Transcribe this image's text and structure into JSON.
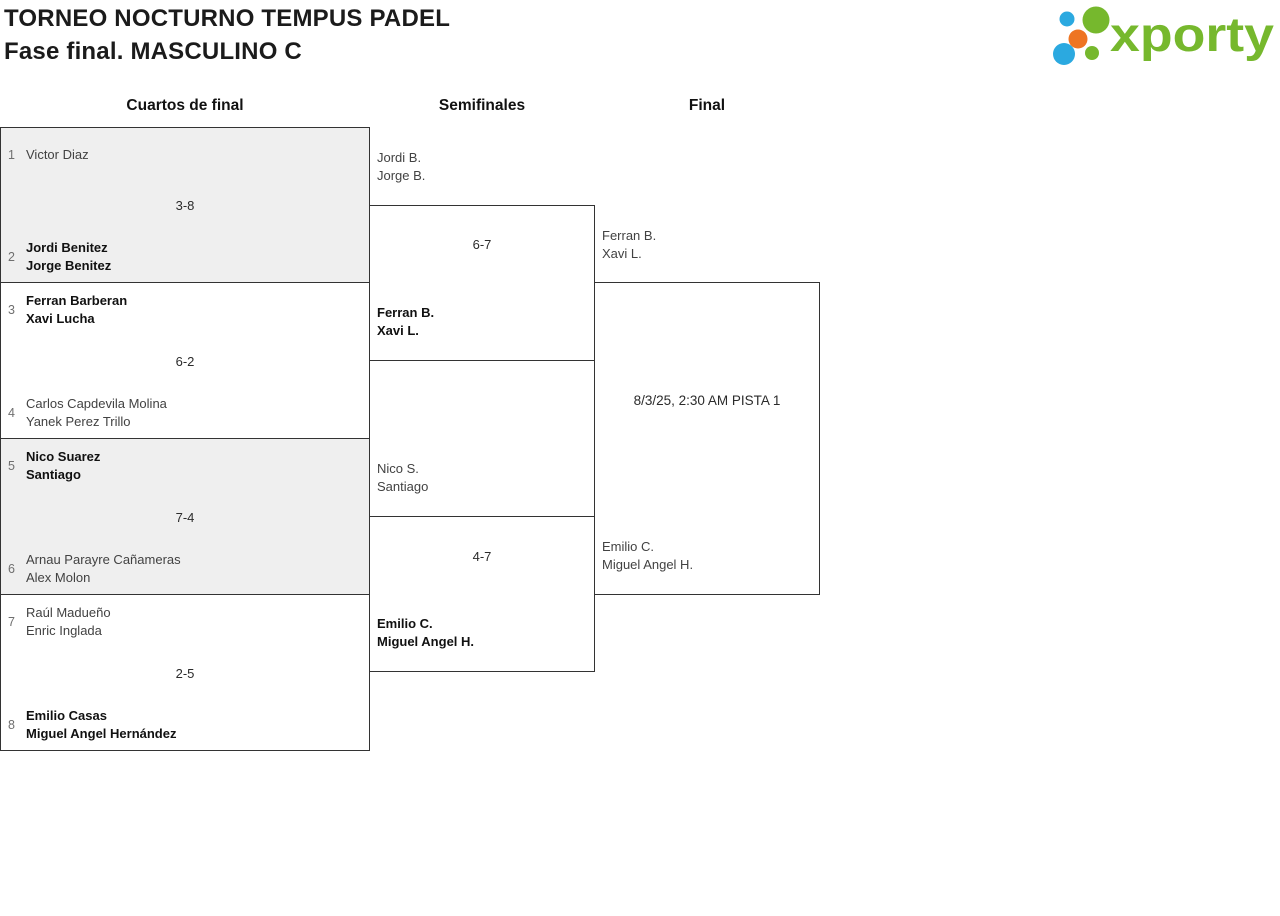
{
  "header": {
    "title_line1": "TORNEO NOCTURNO TEMPUS PADEL",
    "title_line2": "Fase final. MASCULINO C",
    "logo_text": "xporty"
  },
  "colors": {
    "logo_green": "#76b82d",
    "logo_blue": "#2ba9e0",
    "logo_orange": "#ee7522",
    "box_border": "#333333",
    "box_shade": "#efefef"
  },
  "columns": [
    {
      "label": "Cuartos de final"
    },
    {
      "label": "Semifinales"
    },
    {
      "label": "Final"
    }
  ],
  "bracket": {
    "quarterfinals": [
      {
        "score": "3-8",
        "top": {
          "seed": "1",
          "lines": [
            "Victor Diaz"
          ],
          "winner": false
        },
        "bottom": {
          "seed": "2",
          "lines": [
            "Jordi Benitez",
            "Jorge Benitez"
          ],
          "winner": true
        }
      },
      {
        "score": "6-2",
        "top": {
          "seed": "3",
          "lines": [
            "Ferran Barberan",
            "Xavi Lucha"
          ],
          "winner": true
        },
        "bottom": {
          "seed": "4",
          "lines": [
            "Carlos Capdevila Molina",
            "Yanek Perez Trillo"
          ],
          "winner": false
        }
      },
      {
        "score": "7-4",
        "top": {
          "seed": "5",
          "lines": [
            "Nico Suarez",
            "Santiago"
          ],
          "winner": true
        },
        "bottom": {
          "seed": "6",
          "lines": [
            "Arnau Parayre Cañameras",
            "Alex Molon"
          ],
          "winner": false
        }
      },
      {
        "score": "2-5",
        "top": {
          "seed": "7",
          "lines": [
            "Raúl Madueño",
            "Enric Inglada"
          ],
          "winner": false
        },
        "bottom": {
          "seed": "8",
          "lines": [
            "Emilio Casas",
            "Miguel Angel Hernández"
          ],
          "winner": true
        }
      }
    ],
    "semifinals": [
      {
        "score": "6-7",
        "top": {
          "lines": [
            "Jordi B.",
            "Jorge B."
          ],
          "winner": false
        },
        "bottom": {
          "lines": [
            "Ferran B.",
            "Xavi L."
          ],
          "winner": true
        }
      },
      {
        "score": "4-7",
        "top": {
          "lines": [
            "Nico S.",
            "Santiago"
          ],
          "winner": false
        },
        "bottom": {
          "lines": [
            "Emilio C.",
            "Miguel Angel H."
          ],
          "winner": true
        }
      }
    ],
    "final": {
      "schedule": "8/3/25, 2:30 AM PISTA 1",
      "top": {
        "lines": [
          "Ferran B.",
          "Xavi L."
        ],
        "winner": false
      },
      "bottom": {
        "lines": [
          "Emilio C.",
          "Miguel Angel H."
        ],
        "winner": false
      }
    }
  }
}
